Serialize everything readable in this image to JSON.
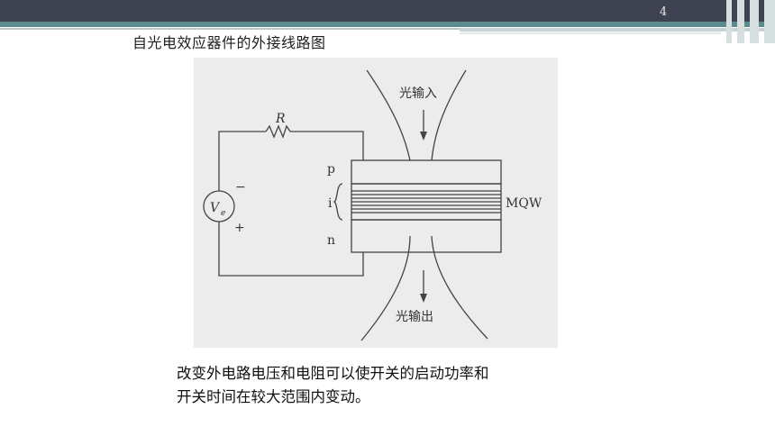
{
  "slide": {
    "number": "4"
  },
  "title": "自光电效应器件的外接线路图",
  "diagram": {
    "light_in": "光输入",
    "light_out": "光输出",
    "resistor": "R",
    "source": "V",
    "source_sub": "e",
    "minus": "−",
    "plus": "+",
    "layer_p": "p",
    "layer_i": "i",
    "layer_n": "n",
    "mqw": "MQW"
  },
  "caption": {
    "line1": "改变外电路电压和电阻可以使开关的启动功率和",
    "line2": "开关时间在较大范围内变动。"
  },
  "colors": {
    "header": "#3f4250",
    "accent": "#5d8a8d",
    "figure_bg": "#ececec"
  }
}
